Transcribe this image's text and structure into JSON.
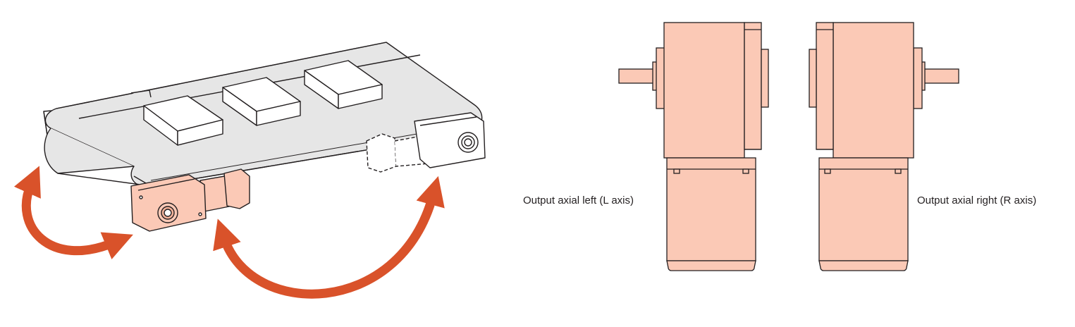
{
  "labels": {
    "left": "Output axial left (L axis)",
    "right": "Output axial right (R axis)"
  },
  "colors": {
    "motor_fill": "#fbc9b6",
    "motor_fill_dark": "#f3b29a",
    "outline": "#231f20",
    "arrow": "#d9522a",
    "conveyor_fill": "#e6e6e6",
    "box_fill": "#ffffff"
  },
  "icons": {
    "rotation_arrow": "curved-double-arrow"
  }
}
